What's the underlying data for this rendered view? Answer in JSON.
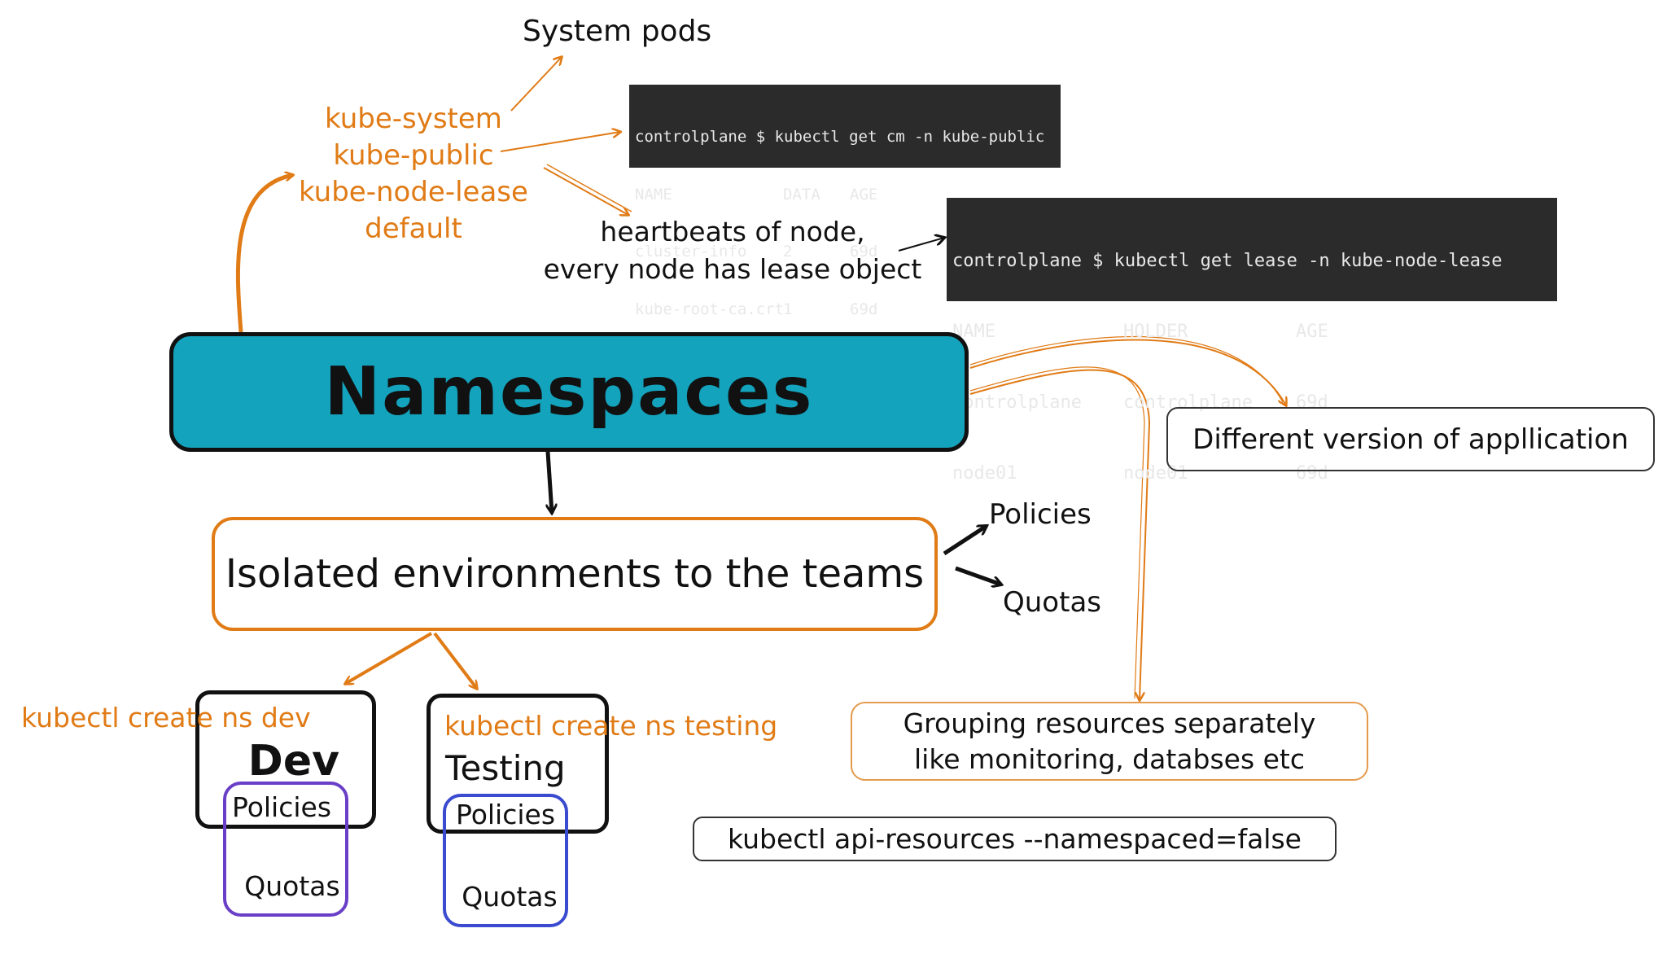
{
  "colors": {
    "accent_orange": "#e07b16",
    "namespace_fill": "#14a3bd",
    "terminal_bg": "#2b2b2b",
    "purple": "#6a3fc8",
    "blue": "#3a4bd0"
  },
  "center": {
    "title": "Namespaces"
  },
  "default_namespaces": {
    "items": [
      "kube-system",
      "kube-public",
      "kube-node-lease",
      "default"
    ]
  },
  "notes": {
    "system_pods": "System pods",
    "heartbeats_line1": "heartbeats of node,",
    "heartbeats_line2": "every node has lease object",
    "isolated": "Isolated environments to the teams",
    "policies": "Policies",
    "quotas": "Quotas",
    "different_version": "Different version of appllication",
    "grouping_line1": "Grouping resources separately",
    "grouping_line2": "like monitoring, databses etc",
    "api_resources": "kubectl api-resources --namespaced=false"
  },
  "terminal_cm": {
    "command": "controlplane $ kubectl get cm -n kube-public",
    "headers": [
      "NAME",
      "DATA",
      "AGE"
    ],
    "rows": [
      [
        "cluster-info",
        "2",
        "69d"
      ],
      [
        "kube-root-ca.crt",
        "1",
        "69d"
      ]
    ]
  },
  "terminal_lease": {
    "command": "controlplane $ kubectl get lease -n kube-node-lease",
    "headers": [
      "NAME",
      "HOLDER",
      "AGE"
    ],
    "rows": [
      [
        "controlplane",
        "controlplane",
        "69d"
      ],
      [
        "node01",
        "node01",
        "69d"
      ]
    ]
  },
  "dev": {
    "command": "kubectl create ns dev",
    "title": "Dev",
    "policies": "Policies",
    "quotas": "Quotas"
  },
  "testing": {
    "command": "kubectl create ns testing",
    "title": "Testing",
    "policies": "Policies",
    "quotas": "Quotas"
  }
}
